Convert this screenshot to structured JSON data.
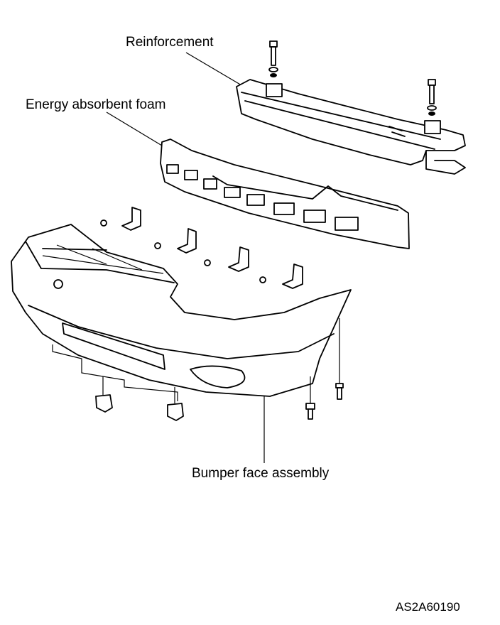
{
  "labels": {
    "reinforcement": "Reinforcement",
    "energy_foam": "Energy absorbent foam",
    "bumper_face": "Bumper face assembly"
  },
  "figure_code": "AS2A60190"
}
